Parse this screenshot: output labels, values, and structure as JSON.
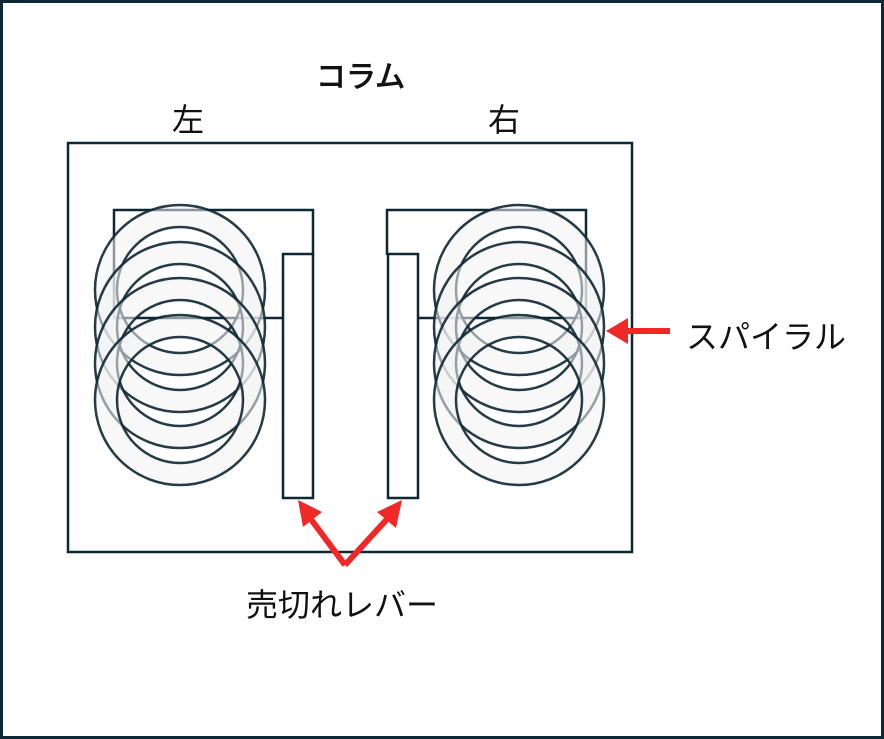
{
  "title": "コラム",
  "left_label": "左",
  "right_label": "右",
  "spiral_label": "スパイラル",
  "lever_label": "売切れレバー",
  "colors": {
    "stroke": "#0d2733",
    "arrow": "#f02828",
    "ring_fill": "#f2f2f2"
  }
}
